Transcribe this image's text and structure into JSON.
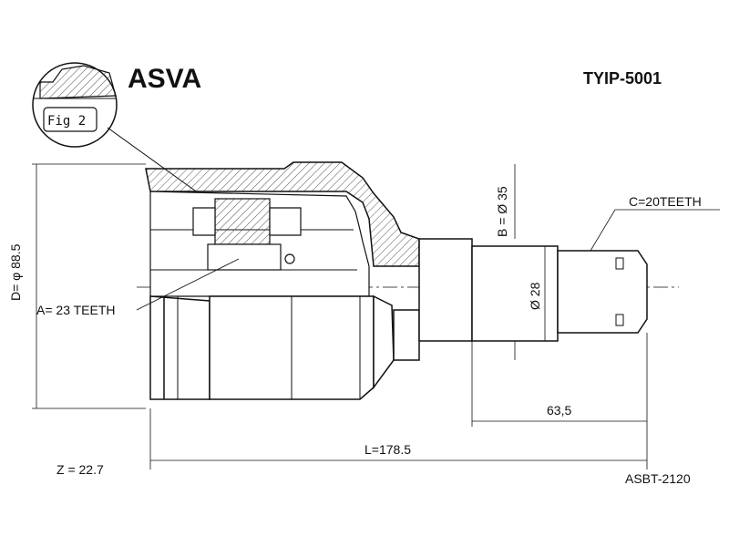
{
  "brand": "ASVA",
  "part_number": "TYIP-5001",
  "cross_ref": "ASBT-2120",
  "figure_label": "Fig 2",
  "dimensions": {
    "outer_diameter": "D= φ 88.5",
    "spline_a": "A= 23 TEETH",
    "spline_b": "B = Ø 35",
    "spline_c": "C=20TEETH",
    "shaft_diameter": "Ø 28",
    "shaft_length": "63,5",
    "total_length": "L=178.5",
    "z_value": "Z = 22.7"
  },
  "colors": {
    "ink": "#111111",
    "paper": "#ffffff",
    "hatch": "#555555"
  }
}
